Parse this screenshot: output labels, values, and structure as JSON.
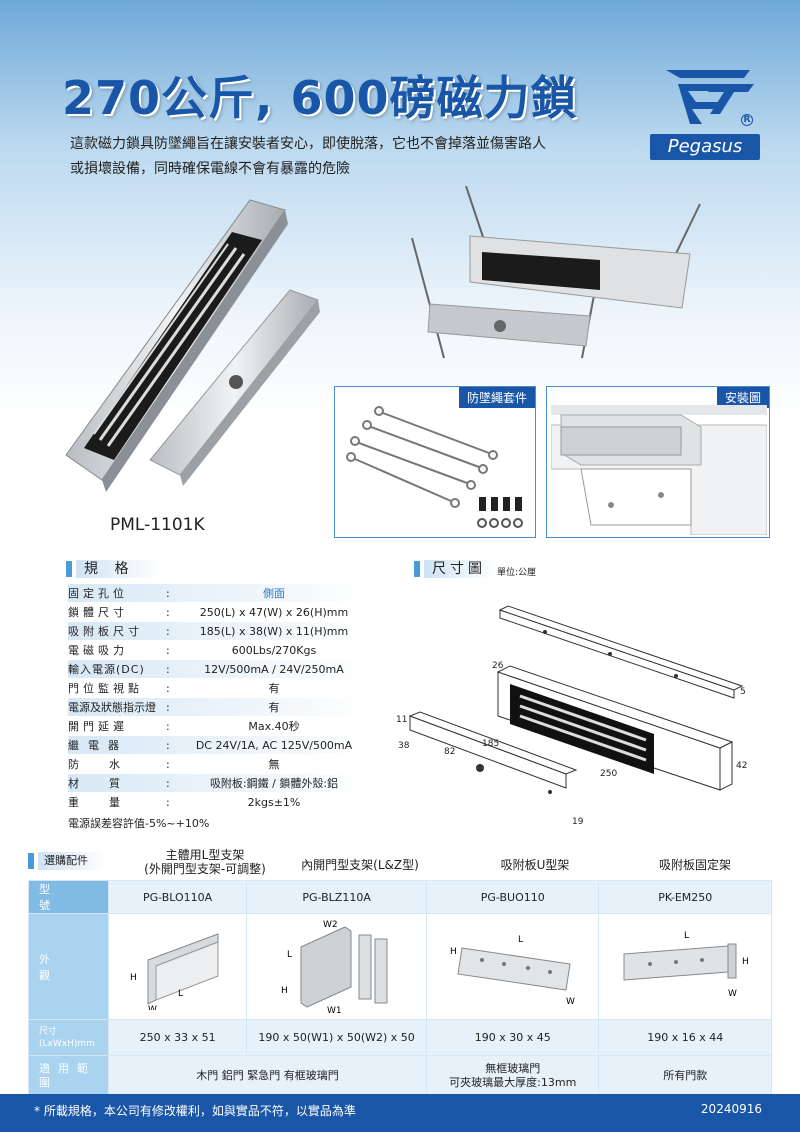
{
  "title": "270公斤, 600磅磁力鎖",
  "brand": "Pegasus",
  "intro": [
    "這款磁力鎖具防墜繩旨在讓安裝者安心，即使脫落，它也不會掉落並傷害路人",
    "或損壞設備，同時確保電線不會有暴露的危險"
  ],
  "model": "PML-1101K",
  "photo_tags": {
    "lanyard": "防墜繩套件",
    "install": "安裝圖"
  },
  "spec_heading": "規 格",
  "dim_heading": "尺寸圖",
  "dim_unit": "單位:公厘",
  "specs": [
    {
      "key": "固定孔位",
      "value": "側面"
    },
    {
      "key": "鎖體尺寸",
      "value": "250(L) x 47(W) x 26(H)mm"
    },
    {
      "key": "吸附板尺寸",
      "value": "185(L) x 38(W) x 11(H)mm"
    },
    {
      "key": "電磁吸力",
      "value": "600Lbs/270Kgs"
    },
    {
      "key": "輸入電源(DC)",
      "value": "12V/500mA / 24V/250mA"
    },
    {
      "key": "門位監視點",
      "value": "有"
    },
    {
      "key": "電源及狀態指示燈",
      "value": "有"
    },
    {
      "key": "開門延遲",
      "value": "Max.40秒"
    },
    {
      "key": "繼電器",
      "value": "DC 24V/1A, AC 125V/500mA"
    },
    {
      "key": "防水",
      "value": "無"
    },
    {
      "key": "材質",
      "value": "吸附板:鋼鐵 / 鎖體外殼:鋁"
    },
    {
      "key": "重量",
      "value": "2kgs±1%"
    }
  ],
  "spec_note": "電源誤差容許值-5%~+10%",
  "dim_labels": {
    "d26": "26",
    "d5": "5",
    "d11": "11",
    "d38": "38",
    "d82": "82",
    "d185": "185",
    "d250": "250",
    "d42": "42",
    "d19": "19"
  },
  "options": {
    "heading": "選購配件",
    "row_labels": {
      "model": "型號",
      "look": "外觀",
      "size": "尺寸\n(LxWxH)mm",
      "use": "適用範圍"
    },
    "columns": [
      {
        "title": "主體用L型支架\n(外開門型支架-可調整)",
        "model": "PG-BLO110A",
        "size": "250 x 33 x 51"
      },
      {
        "title": "內開門型支架(L&Z型)",
        "model": "PG-BLZ110A",
        "size": "190 x 50(W1) x 50(W2) x 50"
      },
      {
        "title": "吸附板U型架",
        "model": "PG-BUO110",
        "size": "190 x 30 x 45"
      },
      {
        "title": "吸附板固定架",
        "model": "PK-EM250",
        "size": "190 x 16 x 44"
      }
    ],
    "use": {
      "wood_alu": "木門  鋁門  緊急門  有框玻璃門",
      "frameless": "無框玻璃門\n可夾玻璃最大厚度:13mm",
      "all": "所有門款"
    },
    "fig_labels": {
      "H": "H",
      "W": "W",
      "L": "L",
      "W1": "W1",
      "W2": "W2"
    }
  },
  "footer": {
    "disclaimer": "* 所載規格，本公司有修改權利，如與實品不符，以實品為準",
    "date": "20240916"
  }
}
